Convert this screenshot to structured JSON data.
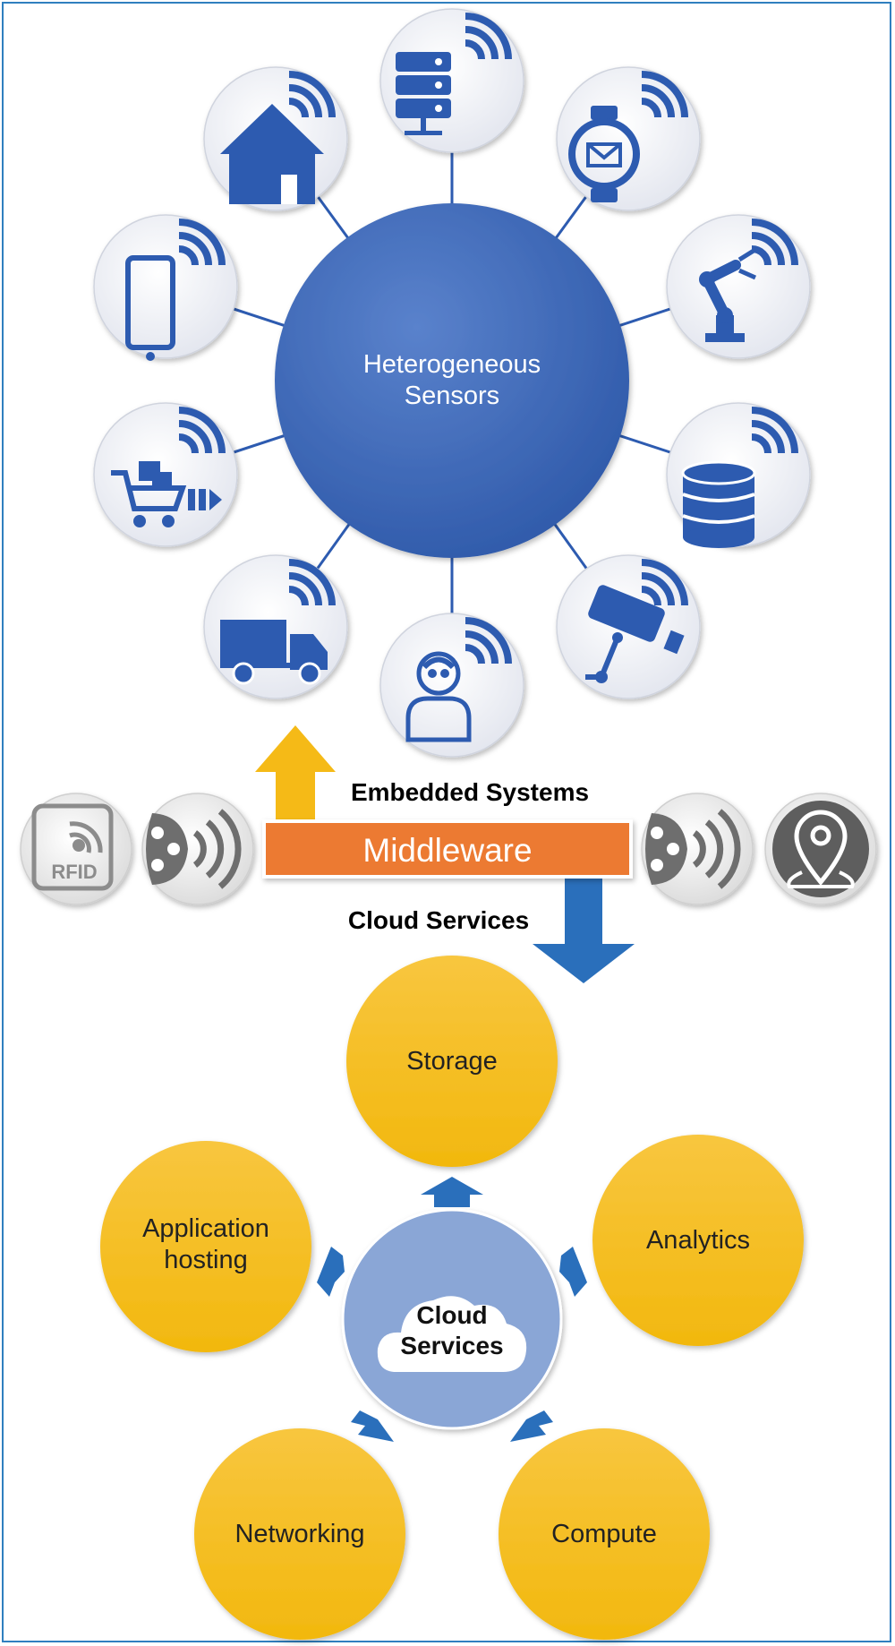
{
  "hub": {
    "label": "Heterogeneous\nSensors"
  },
  "devices": [
    {
      "icon": "server-icon"
    },
    {
      "icon": "smartwatch-icon"
    },
    {
      "icon": "robot-arm-icon"
    },
    {
      "icon": "database-icon"
    },
    {
      "icon": "security-camera-icon"
    },
    {
      "icon": "person-icon"
    },
    {
      "icon": "truck-icon"
    },
    {
      "icon": "shopping-cart-icon"
    },
    {
      "icon": "smartphone-icon"
    },
    {
      "icon": "home-icon"
    }
  ],
  "connectors": {
    "left": [
      {
        "icon": "rfid-icon",
        "text": "RFID"
      },
      {
        "icon": "signal-transmitter-icon"
      }
    ],
    "right": [
      {
        "icon": "signal-transmitter-icon"
      },
      {
        "icon": "location-pin-icon"
      }
    ]
  },
  "middleware": {
    "label": "Middleware",
    "up_label": "Embedded Systems",
    "down_label": "Cloud Services"
  },
  "cloud": {
    "center_label": "Cloud\nServices",
    "services": [
      "Storage",
      "Analytics",
      "Compute",
      "Networking",
      "Application\nhosting"
    ]
  },
  "colors": {
    "hub": "#3d66b5",
    "device_circle": "#eef0f6",
    "device_icon": "#2d5bb0",
    "middleware": "#ec7a31",
    "up_arrow": "#f5ba17",
    "down_arrow": "#2a6fbb",
    "service": "#f5bd1c",
    "cloud_center": "#8aa6d6",
    "border": "#2f7fbf"
  }
}
